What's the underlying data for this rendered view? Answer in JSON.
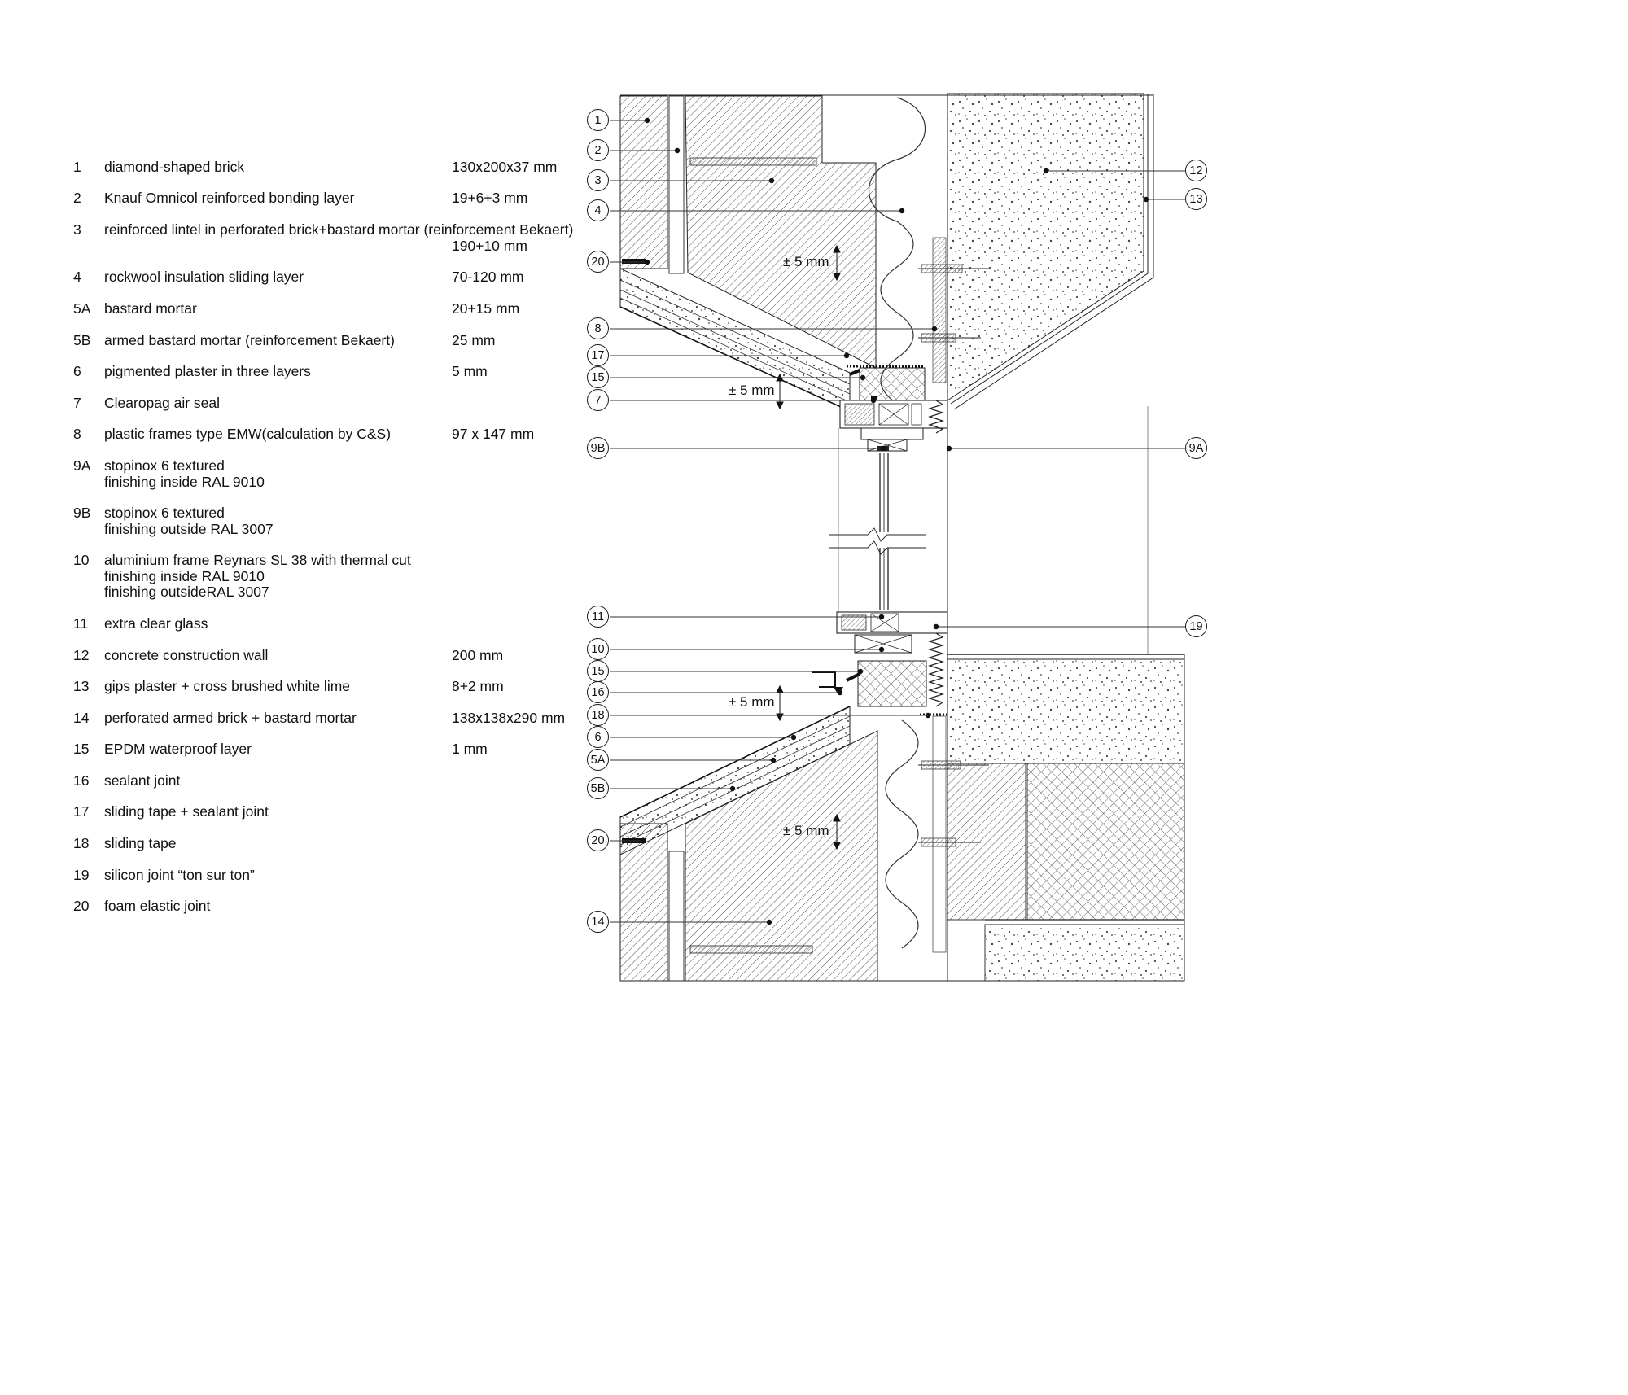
{
  "legend": {
    "items": [
      {
        "num": "1",
        "desc": "diamond-shaped brick",
        "dim": "130x200x37 mm"
      },
      {
        "num": "2",
        "desc": "Knauf Omnicol reinforced bonding layer",
        "dim": "19+6+3 mm"
      },
      {
        "num": "3",
        "desc": "reinforced lintel in perforated brick+bastard mortar (reinforcement Bekaert)",
        "dim": "190+10 mm"
      },
      {
        "num": "4",
        "desc": "rockwool insulation sliding layer",
        "dim": "70-120 mm"
      },
      {
        "num": "5A",
        "desc": "bastard mortar",
        "dim": "20+15 mm"
      },
      {
        "num": "5B",
        "desc": "armed bastard mortar (reinforcement Bekaert)",
        "dim": "25 mm"
      },
      {
        "num": "6",
        "desc": "pigmented plaster in three layers",
        "dim": "5 mm"
      },
      {
        "num": "7",
        "desc": "Clearopag air seal",
        "dim": ""
      },
      {
        "num": "8",
        "desc": "plastic frames type EMW(calculation by C&S)",
        "dim": "97 x 147 mm"
      },
      {
        "num": "9A",
        "desc": "stopinox 6 textured\nfinishing inside RAL 9010",
        "dim": ""
      },
      {
        "num": "9B",
        "desc": "stopinox 6 textured\nfinishing outside RAL 3007",
        "dim": ""
      },
      {
        "num": "10",
        "desc": "aluminium frame Reynars SL 38 with thermal cut\nfinishing inside RAL 9010\nfinishing outsideRAL 3007",
        "dim": ""
      },
      {
        "num": "11",
        "desc": "extra clear glass",
        "dim": ""
      },
      {
        "num": "12",
        "desc": "concrete construction wall",
        "dim": "200 mm"
      },
      {
        "num": "13",
        "desc": "gips plaster + cross brushed white lime",
        "dim": "8+2 mm"
      },
      {
        "num": "14",
        "desc": "perforated armed brick + bastard mortar",
        "dim": "138x138x290 mm"
      },
      {
        "num": "15",
        "desc": "EPDM waterproof layer",
        "dim": "1 mm"
      },
      {
        "num": "16",
        "desc": "sealant joint",
        "dim": ""
      },
      {
        "num": "17",
        "desc": "sliding tape + sealant joint",
        "dim": ""
      },
      {
        "num": "18",
        "desc": "sliding tape",
        "dim": ""
      },
      {
        "num": "19",
        "desc": "silicon joint “ton sur ton”",
        "dim": ""
      },
      {
        "num": "20",
        "desc": "foam elastic joint",
        "dim": ""
      }
    ]
  },
  "callouts": [
    {
      "label": "1"
    },
    {
      "label": "2"
    },
    {
      "label": "3"
    },
    {
      "label": "4"
    },
    {
      "label": "20"
    },
    {
      "label": "8"
    },
    {
      "label": "17"
    },
    {
      "label": "15"
    },
    {
      "label": "7"
    },
    {
      "label": "9B"
    },
    {
      "label": "11"
    },
    {
      "label": "10"
    },
    {
      "label": "15"
    },
    {
      "label": "16"
    },
    {
      "label": "18"
    },
    {
      "label": "6"
    },
    {
      "label": "5A"
    },
    {
      "label": "5B"
    },
    {
      "label": "20"
    },
    {
      "label": "14"
    },
    {
      "label": "12"
    },
    {
      "label": "13"
    },
    {
      "label": "9A"
    },
    {
      "label": "19"
    }
  ],
  "annotations": {
    "tolerance": "± 5 mm"
  }
}
